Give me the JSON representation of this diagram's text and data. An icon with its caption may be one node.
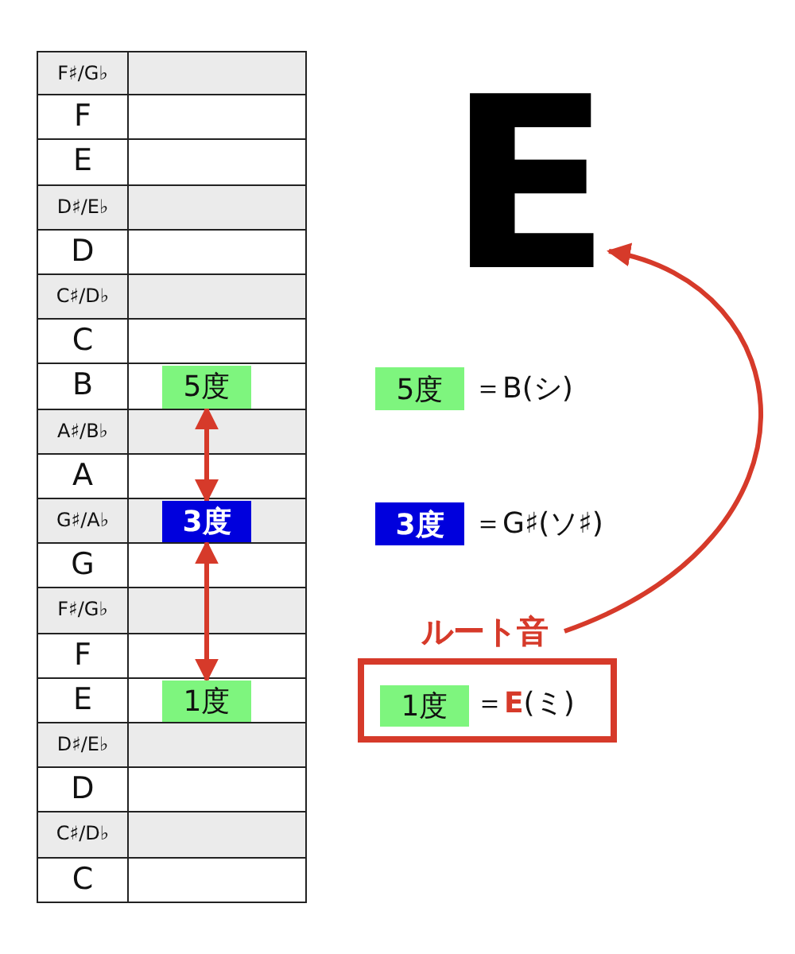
{
  "diagram": {
    "nodes": [
      {
        "text": [
          "5度"
        ]
      },
      {
        "text": [
          "3度"
        ]
      },
      {
        "text": [
          "1度"
        ]
      },
      {
        "text": [
          "5度"
        ],
        "beside": [
          "＝B(シ)"
        ]
      },
      {
        "text": [
          "3度"
        ],
        "beside": [
          "＝G♯(ソ♯)"
        ]
      },
      {
        "text": [
          "＝**E**(ミ)"
        ]
      },
      {
        "text": [
          "1度"
        ],
        "in": 5
      },
      {
        "text": [
          "ルート音"
        ]
      },
      {
        "text": [
          "E"
        ]
      }
    ],
    "edges": [
      {
        "from": 0,
        "to": 1,
        "arrow": "both"
      },
      {
        "from": 1,
        "to": 2,
        "arrow": "both"
      },
      {
        "from": 7,
        "to": 8,
        "arrow": "to"
      }
    ],
    "labels": [
      "F♯/G♭",
      "F",
      "E",
      "D♯/E♭",
      "D",
      "C♯/D♭",
      "C",
      "B",
      "A♯/B♭",
      "A",
      "G♯/A♭",
      "G",
      "F♯/G♭",
      "F",
      "E",
      "D♯/E♭",
      "D",
      "C♯/D♭",
      "C"
    ]
  }
}
